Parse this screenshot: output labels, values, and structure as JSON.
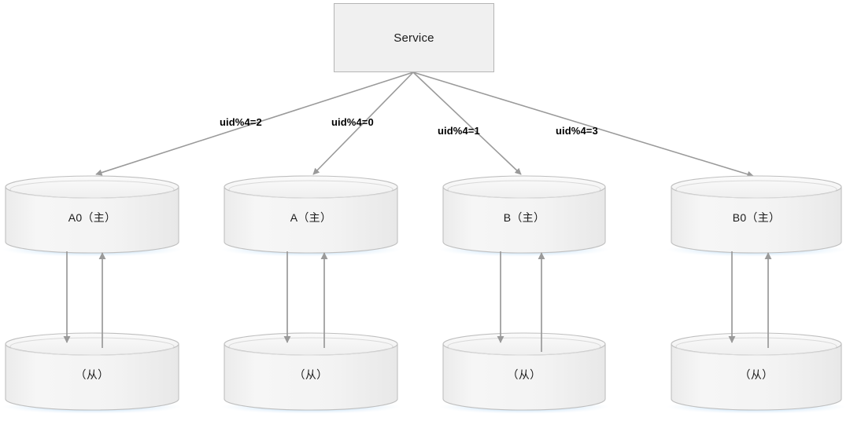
{
  "diagram": {
    "title_node": {
      "label": "Service"
    },
    "edge_labels": [
      {
        "text": "uid%4=2"
      },
      {
        "text": "uid%4=0"
      },
      {
        "text": "uid%4=1"
      },
      {
        "text": "uid%4=3"
      }
    ],
    "masters": [
      {
        "label": "A0（主）"
      },
      {
        "label": "A（主）"
      },
      {
        "label": "B（主）"
      },
      {
        "label": "B0（主）"
      }
    ],
    "slaves": [
      {
        "label": "（从）"
      },
      {
        "label": "（从）"
      },
      {
        "label": "（从）"
      },
      {
        "label": "（从）"
      }
    ],
    "colors": {
      "box_fill": "#f0f0f0",
      "box_stroke": "#b5b5b5",
      "cylinder_fill": "#f2f2f2",
      "cylinder_stroke": "#bfbfbf",
      "arrow": "#9a9a9a",
      "glow": "#7ab8e8",
      "text": "#1a1a1a",
      "background": "#ffffff"
    }
  }
}
